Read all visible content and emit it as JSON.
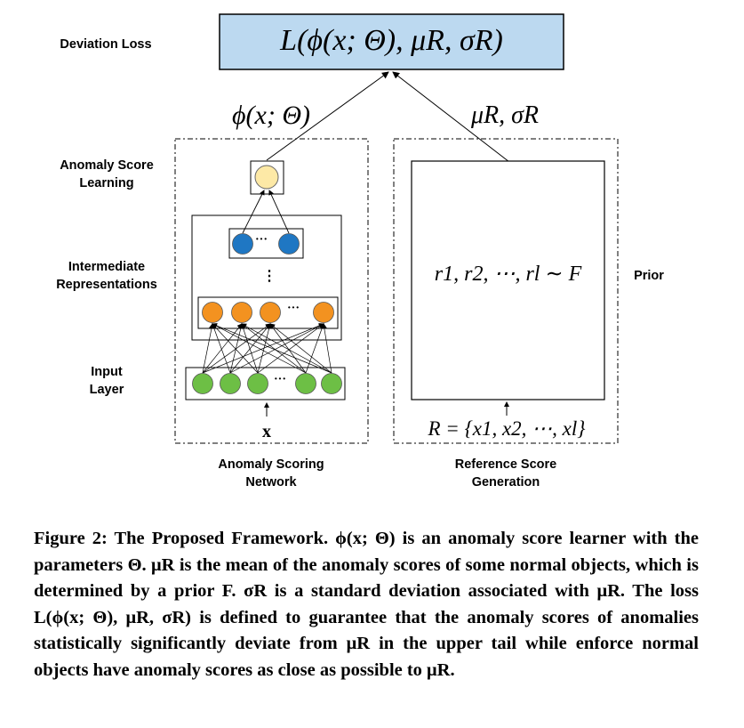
{
  "labels": {
    "deviation_loss": "Deviation Loss",
    "anomaly_score_learning": [
      "Anomaly Score",
      "Learning"
    ],
    "intermediate_representations": [
      "Intermediate",
      "Representations"
    ],
    "input_layer": [
      "Input",
      "Layer"
    ],
    "prior": "Prior",
    "anomaly_scoring_network": [
      "Anomaly Scoring",
      "Network"
    ],
    "reference_score_generation": [
      "Reference Score",
      "Generation"
    ]
  },
  "math": {
    "loss": "L(ϕ(x; Θ), μR, σR)",
    "phi": "ϕ(x; Θ)",
    "mu_sigma": "μR, σR",
    "prior_dist": "r1, r2, ⋯, rl ∼ F",
    "input_x": "x",
    "reference_set": "R = {x1, x2, ⋯, xl}",
    "ellipsis_h": "···",
    "ellipsis_v": "⋮"
  },
  "caption": {
    "text": "Figure 2: The Proposed Framework. ϕ(x; Θ) is an anomaly score learner with the parameters Θ. μR is the mean of the anomaly scores of some normal objects, which is determined by a prior F. σR is a standard deviation associated with μR. The loss L(ϕ(x; Θ), μR, σR) is defined to guarantee that the anomaly scores of anomalies statistically significantly deviate from μR in the upper tail while enforce normal objects have anomaly scores as close as possible to μR."
  },
  "colors": {
    "loss_box_fill": "#bcd9f0",
    "output_node": "#fde9a6",
    "hidden_top_node": "#1f77c3",
    "hidden_bottom_node": "#f39220",
    "input_node": "#6dbf45"
  }
}
